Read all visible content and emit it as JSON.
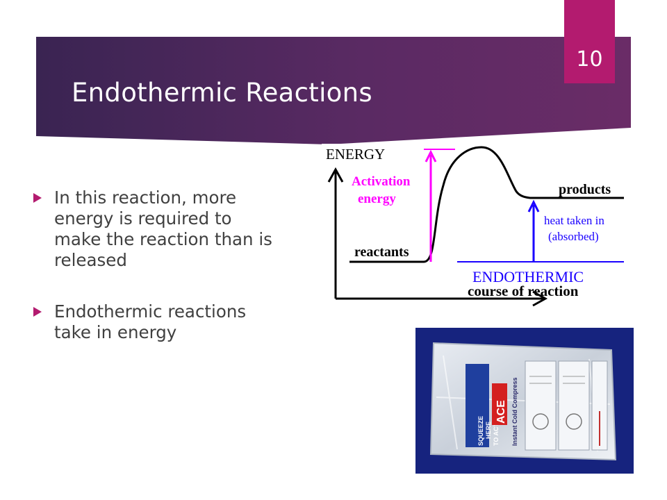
{
  "slide": {
    "title": "Endothermic Reactions",
    "page_number": "10",
    "bullets": [
      "In this reaction, more energy is required to make the reaction than is released",
      "Endothermic reactions take in energy"
    ]
  },
  "diagram": {
    "energy_label": "ENERGY",
    "activation_line1": "Activation",
    "activation_line2": "energy",
    "products_label": "products",
    "reactants_label": "reactants",
    "heat_line1": "heat taken in",
    "heat_line2": "(absorbed)",
    "endothermic_label": "ENDOTHERMIC",
    "course_label": "course of reaction"
  },
  "photo": {
    "squeeze_line1": "SQUEEZE",
    "squeeze_line2": "HERE",
    "squeeze_line3": "TO ACTIVATE",
    "brand": "ACE",
    "product_name": "Instant Cold Compress"
  },
  "colors": {
    "accent": "#b31b6f",
    "title_bar": "#4a2759",
    "magenta": "#ff00ff",
    "blue": "#1a00ff"
  }
}
